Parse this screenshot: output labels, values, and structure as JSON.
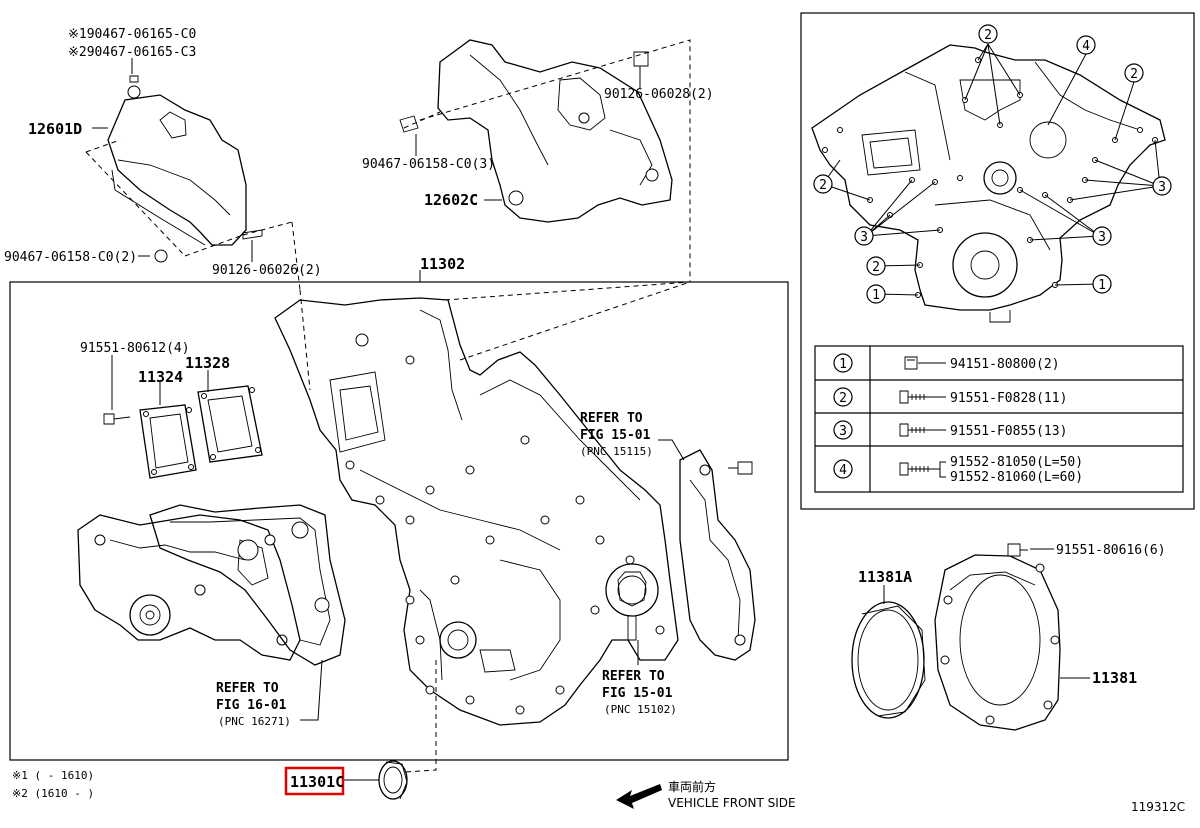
{
  "notes": {
    "n1_top": "※1904​67-06165-C0",
    "n2_top": "※2904​67-06165-C3",
    "foot1": "※1 (        - 1610)",
    "foot2": "※2 (1610 -      )"
  },
  "parts": {
    "p12601D": "12601D",
    "p12602C": "12602C",
    "p11302": "11302",
    "p11324": "11324",
    "p11328": "11328",
    "p11381A": "11381A",
    "p11381": "11381",
    "p11301C": "11301C",
    "b90126_28": "90126-06028(2)",
    "b90467_3": "90467-06158-C0(3)",
    "b90467_2": "90467-06158-C0(2)",
    "b90126_26": "90126-06026(2)",
    "b91551_4": "91551-80612(4)",
    "b91551_6": "91551-80616(6)"
  },
  "refs": {
    "r1_a": "REFER TO",
    "r1_b": "FIG 15-01",
    "r1_c": "(PNC 15115)",
    "r2_a": "REFER TO",
    "r2_b": "FIG 15-01",
    "r2_c": "(PNC 15102)",
    "r3_a": "REFER TO",
    "r3_b": "FIG 16-01",
    "r3_c": "(PNC 16271)"
  },
  "legend": [
    {
      "num": "1",
      "code": "94151-80800(2)"
    },
    {
      "num": "2",
      "code": "91551-F0828(11)"
    },
    {
      "num": "3",
      "code": "91551-F0855(13)"
    },
    {
      "num": "4",
      "code": "91552-81050(L=50)",
      "code2": "91552-81060(L=60)"
    }
  ],
  "callouts": {
    "c1": "1",
    "c2": "2",
    "c3": "3",
    "c4": "4"
  },
  "direction": {
    "jp": "車両前方",
    "en": "VEHICLE FRONT SIDE"
  },
  "figure_id": "119312C",
  "colors": {
    "highlight": "#e00000",
    "ink": "#000000"
  }
}
